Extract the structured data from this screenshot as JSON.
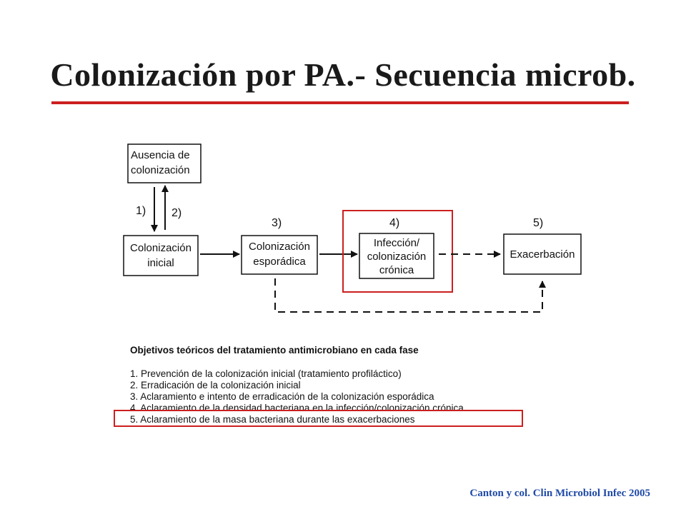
{
  "slide": {
    "title": "Colonización por PA.- Secuencia microb.",
    "citation": "Canton y col. Clin Microbiol Infec 2005"
  },
  "diagram": {
    "boxes": {
      "ausencia": [
        "Ausencia de",
        "colonización"
      ],
      "inicial": [
        "Colonización",
        "inicial"
      ],
      "esporadica": [
        "Colonización",
        "esporádica"
      ],
      "cronica": [
        "Infección/",
        "colonización",
        "crónica"
      ],
      "exacerbacion": [
        "Exacerbación"
      ]
    },
    "step_labels": [
      "1)",
      "2)",
      "3)",
      "4)",
      "5)"
    ]
  },
  "objectives": {
    "heading": "Objetivos teóricos del tratamiento antimicrobiano en cada fase",
    "items": [
      "1. Prevención de la colonización inicial (tratamiento profiláctico)",
      "2. Erradicación de la colonización inicial",
      "3. Aclaramiento e intento de erradicación de la colonización esporádica",
      "4. Aclaramiento de la densidad bacteriana en la infección/colonización crónica",
      "5. Aclaramiento de la masa bacteriana durante las exacerbaciones"
    ]
  },
  "colors": {
    "highlight": "#cc1f1f",
    "title_rule": "#cc1f1f",
    "citation": "#1f4aa8"
  }
}
